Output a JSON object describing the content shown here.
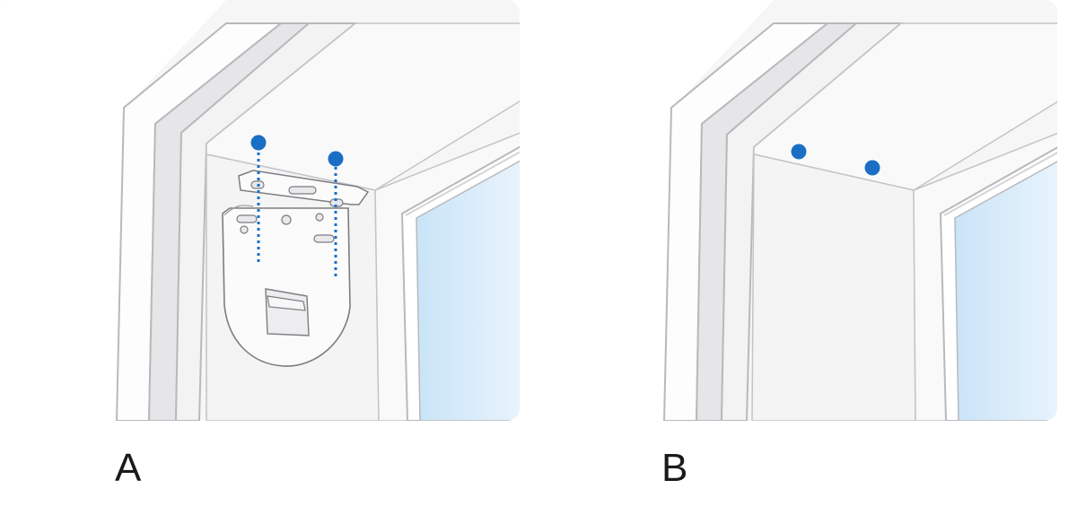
{
  "panels": [
    {
      "label": "A",
      "shows_bracket": true,
      "screw_marks": 2
    },
    {
      "label": "B",
      "shows_bracket": false,
      "screw_marks": 2
    }
  ],
  "colors": {
    "marker": "#1a6fc4",
    "glass_light": "#eaf4fc",
    "glass_dark": "#c9e4f8",
    "wall": "#f4f4f5",
    "recess": "#f9f9fa",
    "frame_edge": "#b9b9bd",
    "bracket": "#fbfbfb"
  }
}
